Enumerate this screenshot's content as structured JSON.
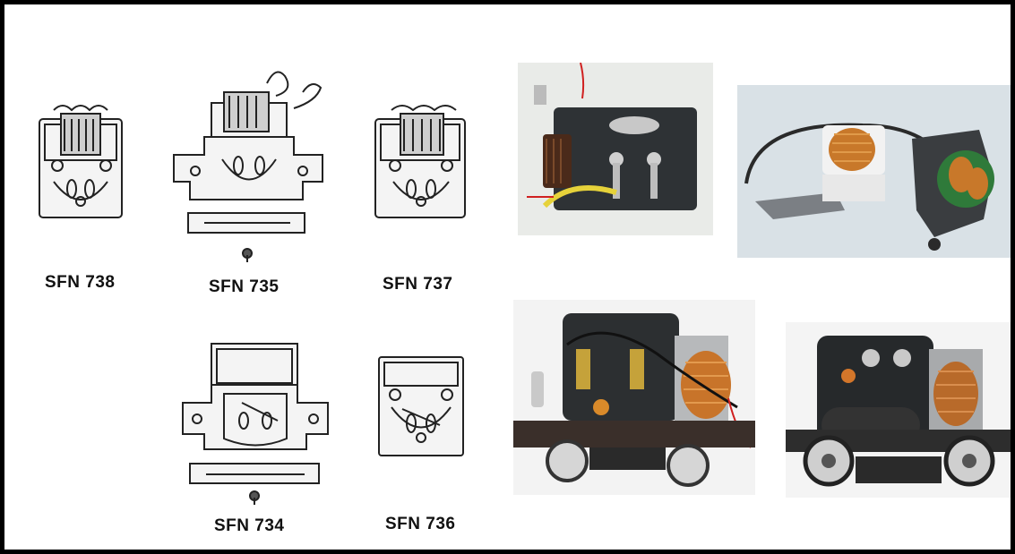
{
  "parts": [
    {
      "label": "SFN 738"
    },
    {
      "label": "SFN 735"
    },
    {
      "label": "SFN 737"
    },
    {
      "label": "SFN 734"
    },
    {
      "label": "SFN 736"
    }
  ],
  "photos": [
    {
      "subject": "motor-brush-plate-with-coil"
    },
    {
      "subject": "coil-and-frame-disassembled"
    },
    {
      "subject": "motor-block-on-chassis-angled"
    },
    {
      "subject": "motor-block-on-chassis-side"
    }
  ]
}
